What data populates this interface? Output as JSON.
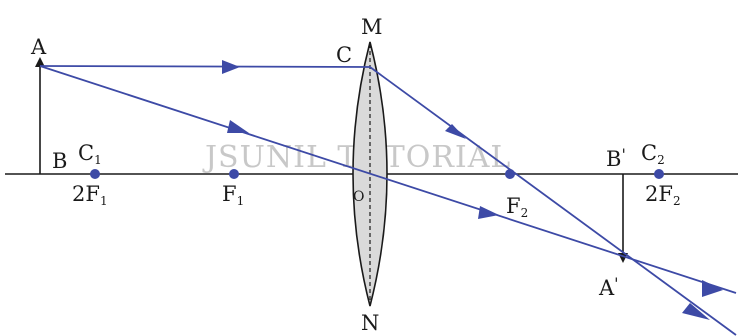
{
  "watermark": "JSUNIL TUTORIAL",
  "colors": {
    "ray": "#3d4aa6",
    "lens_fill": "#d9d9d9",
    "axis": "#1a1a1a",
    "point": "#3d4aa6"
  },
  "lens": {
    "top_label": "M",
    "bottom_label": "N",
    "center_label": "O",
    "incident_point_label": "C"
  },
  "object": {
    "tip_label": "A",
    "base_label": "B"
  },
  "image": {
    "tip_label": "A",
    "tip_prime": "'",
    "base_label": "B",
    "base_prime": "'"
  },
  "points": {
    "c1": {
      "main": "C",
      "sub": "1"
    },
    "twof1": {
      "main": "2F",
      "sub": "1"
    },
    "f1": {
      "main": "F",
      "sub": "1"
    },
    "f2": {
      "main": "F",
      "sub": "2"
    },
    "c2": {
      "main": "C",
      "sub": "2"
    },
    "twof2": {
      "main": "2F",
      "sub": "2"
    }
  }
}
